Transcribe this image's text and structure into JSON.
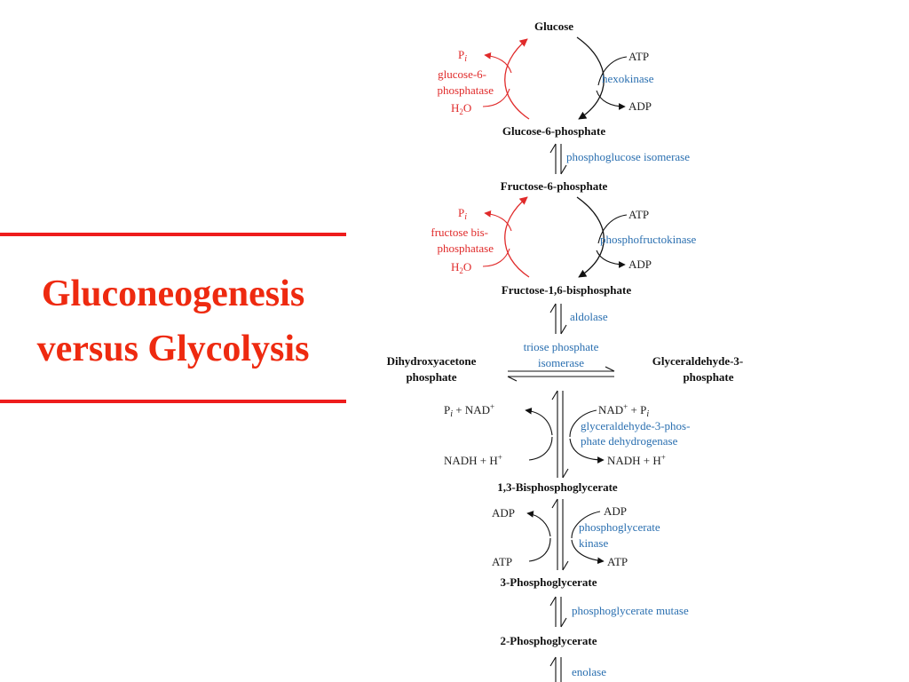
{
  "slide": {
    "title_line1": "Gluconeogenesis",
    "title_line2": "versus Glycolysis"
  },
  "colors": {
    "title": "#ee2a10",
    "rule": "#ee1c1c",
    "glycolysis_enzyme": "#2a6fb0",
    "gluconeogenesis": "#e02a2a",
    "metabolite": "#111111"
  },
  "pathway": {
    "metabolites": {
      "glucose": "Glucose",
      "g6p": "Glucose-6-phosphate",
      "f6p": "Fructose-6-phosphate",
      "f16bp": "Fructose-1,6-bisphosphate",
      "dhap_line1": "Dihydroxyacetone",
      "dhap_line2": "phosphate",
      "gap_line1": "Glyceraldehyde-3-",
      "gap_line2": "phosphate",
      "bpg13": "1,3-Bisphosphoglycerate",
      "pg3": "3-Phosphoglycerate",
      "pg2": "2-Phosphoglycerate"
    },
    "glycolysis_enzymes": {
      "hexokinase": "hexokinase",
      "pgi": "phosphoglucose isomerase",
      "pfk": "phosphofructokinase",
      "aldolase": "aldolase",
      "tpi_line1": "triose phosphate",
      "tpi_line2": "isomerase",
      "gapdh_line1": "glyceraldehyde-3-phos-",
      "gapdh_line2": "phate dehydrogenase",
      "pgk_line1": "phosphoglycerate",
      "pgk_line2": "kinase",
      "pgm": "phosphoglycerate mutase",
      "enolase": "enolase"
    },
    "gluconeogenesis_enzymes": {
      "g6pase_line1": "glucose-6-",
      "g6pase_line2": "phosphatase",
      "fbpase_line1": "fructose bis-",
      "fbpase_line2": "phosphatase"
    },
    "cofactors": {
      "atp": "ATP",
      "adp": "ADP",
      "h2o": "H",
      "h2o_sub": "2",
      "h2o_end": "O",
      "pi_p": "P",
      "pi_i": "i",
      "pi_nad_left": " + NAD",
      "nad_plus_pi": "NAD",
      "plus_sign": "+",
      "plus_p": " + P",
      "nadh_h": "NADH + H"
    }
  }
}
